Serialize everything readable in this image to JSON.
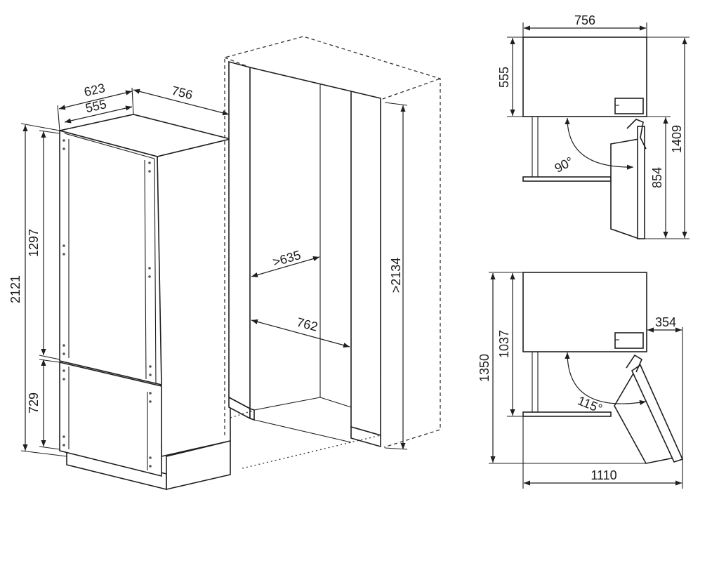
{
  "fridge_view": {
    "depth_outer": "623",
    "depth_inner": "555",
    "width": "756",
    "height_total": "2121",
    "height_upper": "1297",
    "height_lower": "729"
  },
  "niche_view": {
    "depth_min": ">635",
    "width": "762",
    "height_min": ">2134"
  },
  "top_view_90": {
    "width": "756",
    "depth": "555",
    "door_clearance": "854",
    "overall_depth": "1409",
    "angle": "90°"
  },
  "top_view_115": {
    "side_clearance": "354",
    "depth_open": "1037",
    "overall_depth": "1350",
    "overall_width": "1110",
    "angle": "115°"
  },
  "colors": {
    "line": "#1f1f1f",
    "background": "#ffffff"
  }
}
